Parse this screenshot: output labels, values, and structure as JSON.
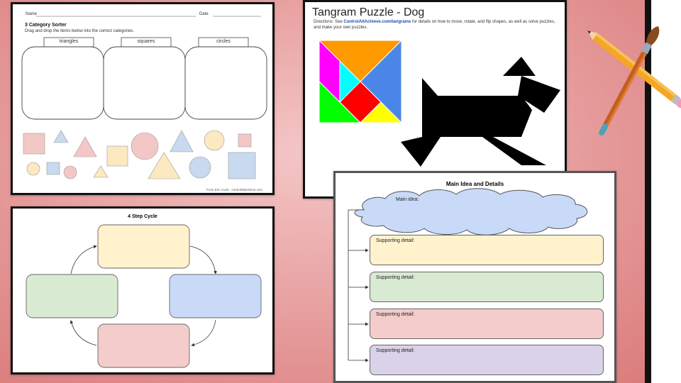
{
  "sorter": {
    "name_label": "Name",
    "date_label": "Date",
    "title": "3 Category Sorter",
    "instructions": "Drag and drop the items below into the correct categories.",
    "categories": [
      "triangles",
      "squares",
      "circles"
    ],
    "footer": "From Eric Curts - controlaltachieve.com",
    "colors": {
      "pink": "#f4c7c7",
      "blue": "#c9daf0",
      "yellow": "#fde9c0"
    }
  },
  "tangram": {
    "title": "Tangram Puzzle - Dog",
    "directions_prefix": "Directions: See ",
    "directions_link": "ControlAltAchieve.com/tangrams",
    "directions_suffix": " for details on how to move, rotate, and flip shapes, as well as solve puzzles, and make your own puzzles.",
    "colors": {
      "orange": "#ff9900",
      "magenta": "#ff00ff",
      "cyan": "#00ffff",
      "blue": "#4a86e8",
      "red": "#ff0000",
      "green": "#00ff00",
      "yellow": "#ffff00",
      "dog": "#000000"
    }
  },
  "cycle": {
    "title": "4 Step Cycle",
    "colors": {
      "yellow": "#fff2cc",
      "green": "#d9ead3",
      "blue": "#c9daf8",
      "red": "#f4cccc"
    }
  },
  "mainidea": {
    "title": "Main Idea and Details",
    "main_label": "Main idea:",
    "detail_label": "Supporting detail:",
    "colors": {
      "cloud": "#c9daf8",
      "d1": "#fff2cc",
      "d2": "#d9ead3",
      "d3": "#f4cccc",
      "d4": "#d9d2e9"
    }
  }
}
